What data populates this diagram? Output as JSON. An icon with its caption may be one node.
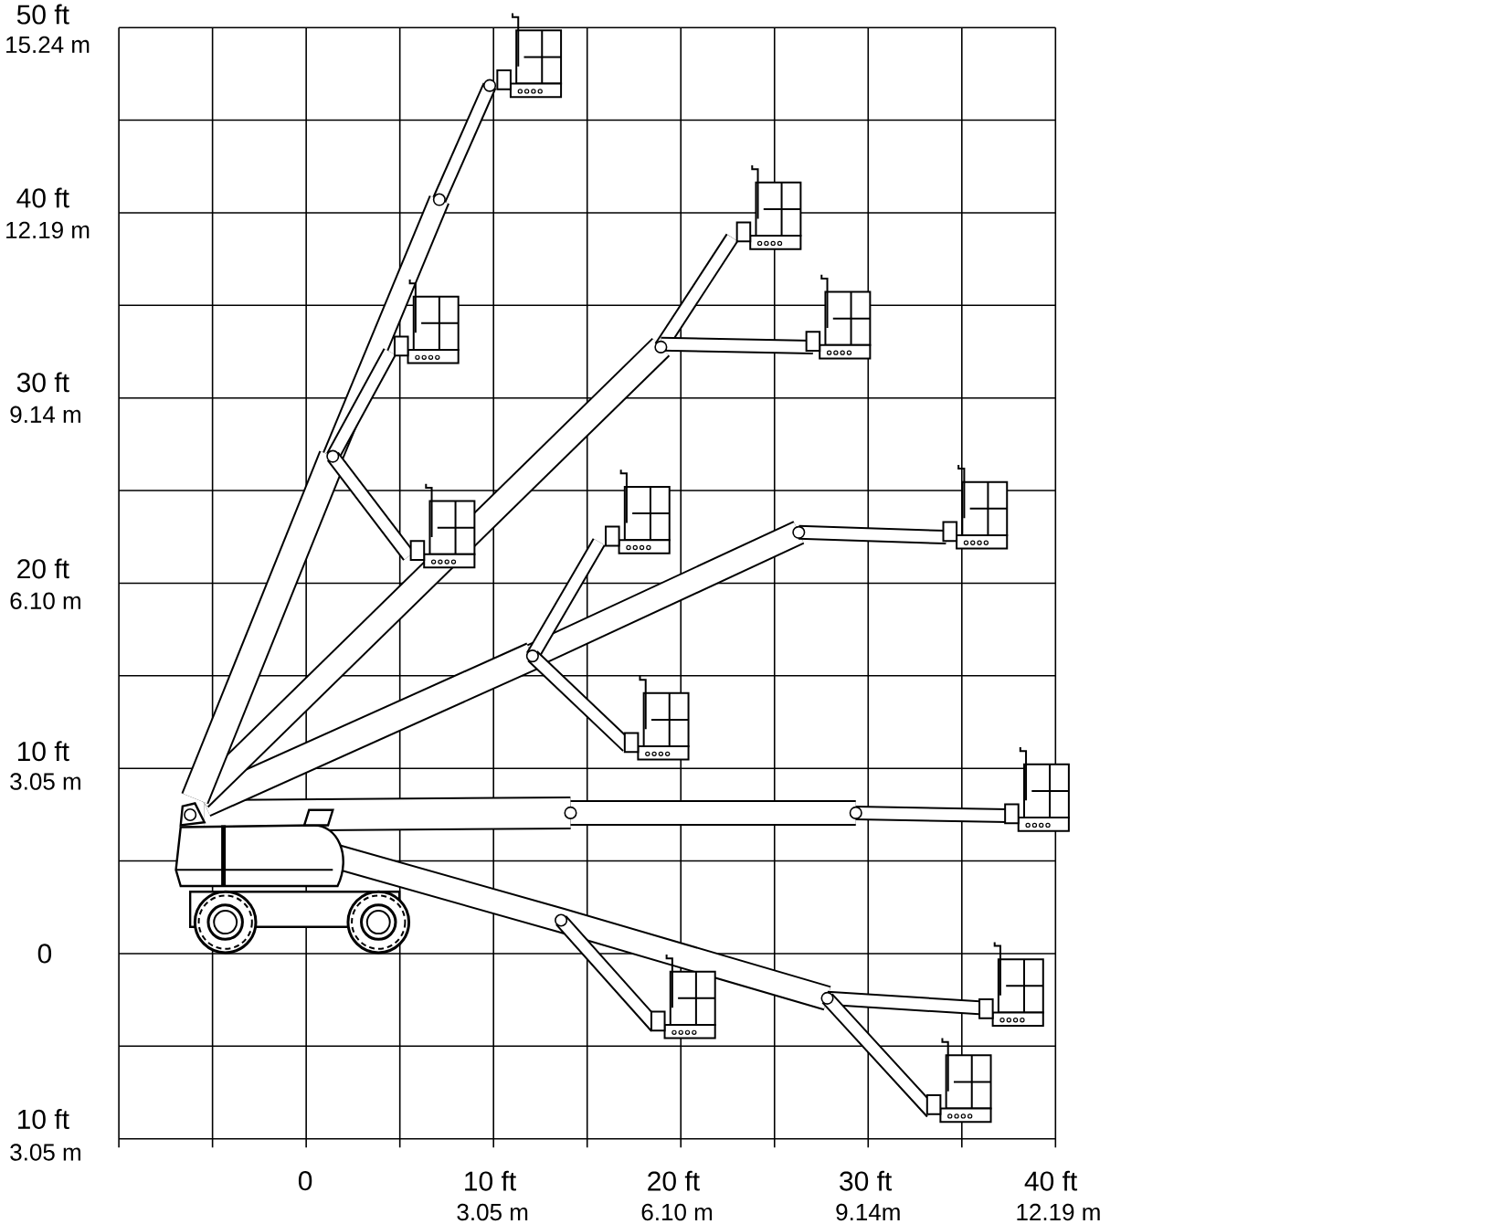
{
  "diagram": {
    "labels": [
      "50 ft",
      "15.24 m",
      "40 ft",
      "12.19 m",
      "30 ft",
      "9.14 m",
      "20 ft",
      "6.10 m",
      "10 ft",
      "3.05 m",
      "0",
      "10 ft",
      "3.05 m",
      "0",
      "10 ft",
      "3.05 m",
      "20 ft",
      "6.10 m",
      "30 ft",
      "9.14m",
      "40 ft",
      "12.19 m"
    ]
  }
}
